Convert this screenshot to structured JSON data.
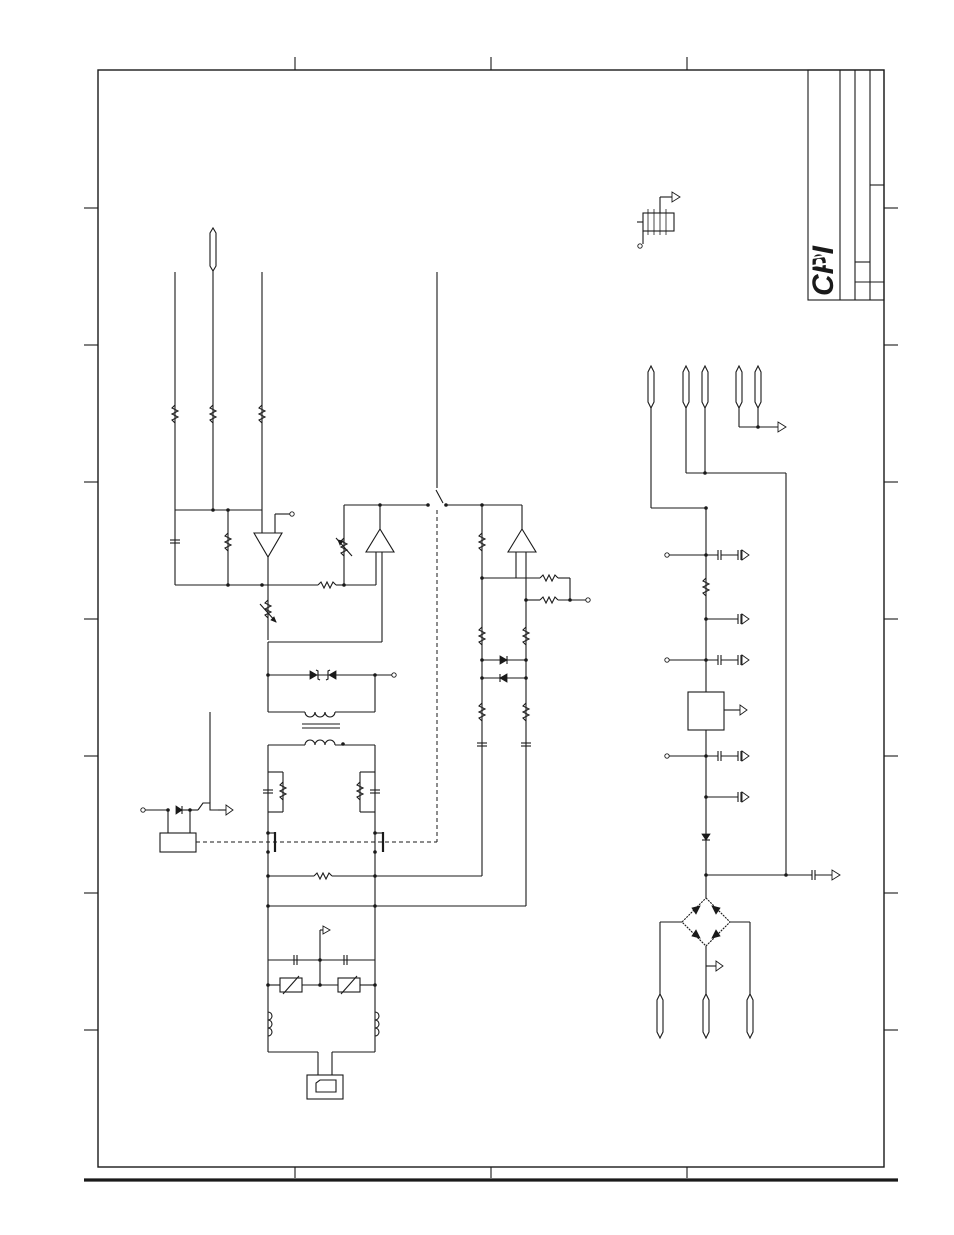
{
  "document": {
    "type": "schematic",
    "orientation": "landscape-rotated"
  },
  "title_block": {
    "logo_text": "CPI"
  },
  "colors": {
    "ink": "#1a1a1a",
    "paper": "#ffffff"
  }
}
